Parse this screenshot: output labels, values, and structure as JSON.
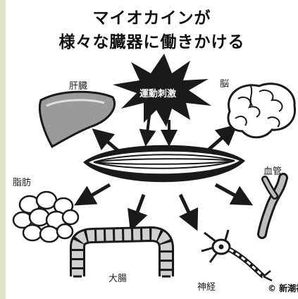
{
  "title_line1": "マイオカインが",
  "title_line2": "様々な臓器に働きかける",
  "center": "運動刺激",
  "organs": {
    "liver": "肝臓",
    "brain": "脳",
    "fat": "脂肪",
    "vessel": "血管",
    "intestine": "大腸",
    "nerve": "神経"
  },
  "copyright": "© 新潮社",
  "colors": {
    "background": "#dde8c2",
    "panel": "#ffffff",
    "ink": "#1a1a1a",
    "organ_fill": "#9a9a9a"
  },
  "icons": [
    "burst-icon",
    "muscle-icon",
    "liver-icon",
    "brain-icon",
    "fat-icon",
    "vessel-icon",
    "intestine-icon",
    "nerve-icon"
  ]
}
